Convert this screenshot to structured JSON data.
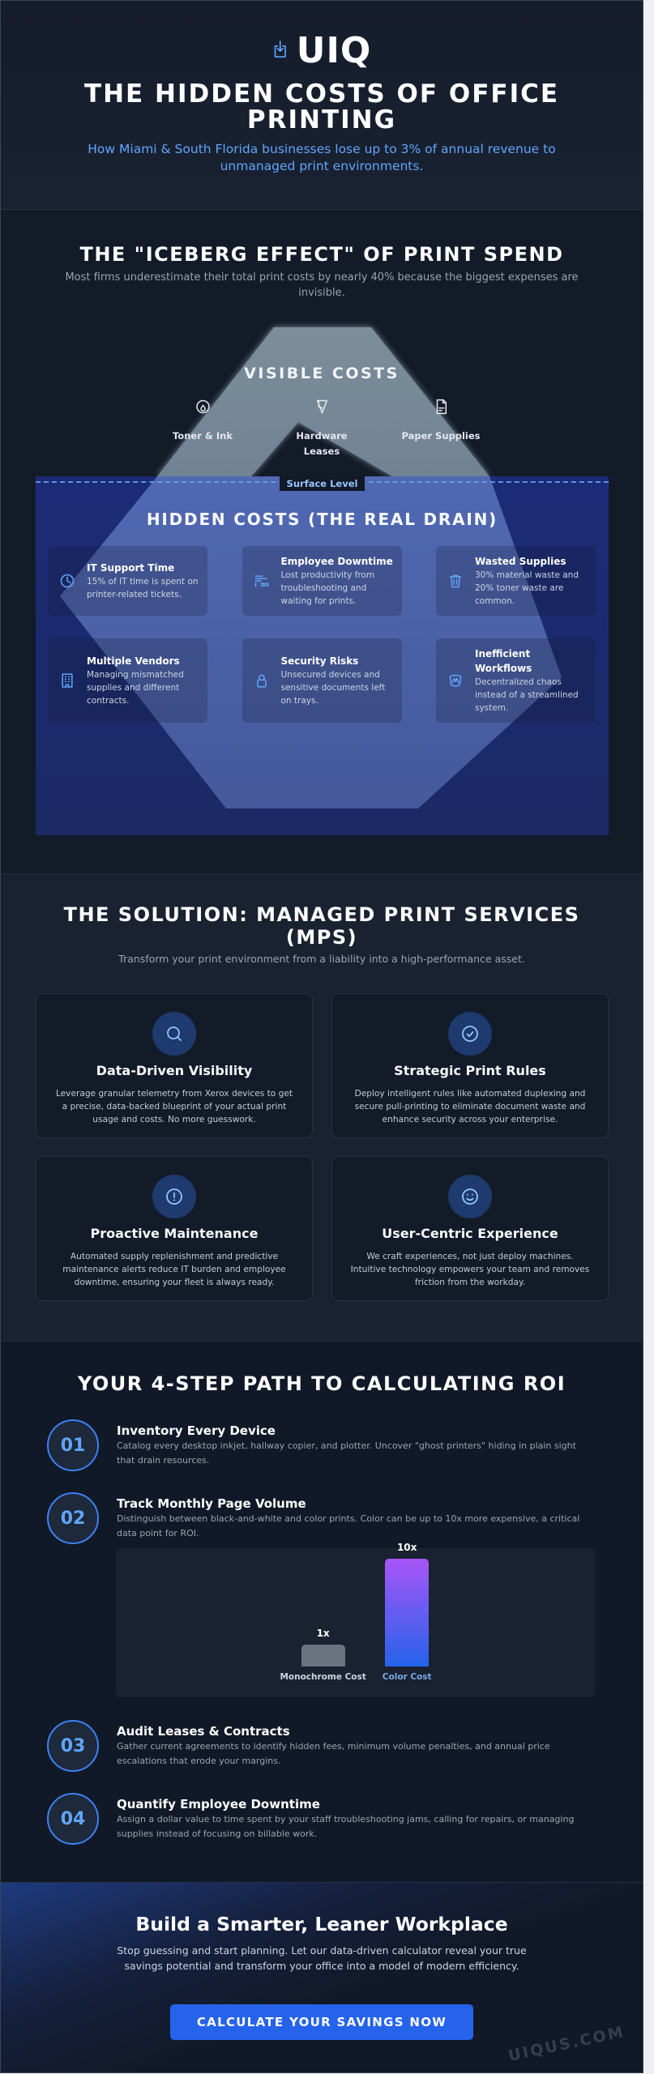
{
  "brand": {
    "name": "UIQ",
    "logo_icon": "download-tray-icon"
  },
  "hero": {
    "title": "THE HIDDEN COSTS OF OFFICE PRINTING",
    "subtitle": "How Miami & South Florida businesses lose up to 3% of annual revenue to unmanaged print environments."
  },
  "iceberg": {
    "title": "THE \"ICEBERG EFFECT\" OF PRINT SPEND",
    "subtitle": "Most firms underestimate their total print costs by nearly 40% because the biggest expenses are invisible.",
    "visible": {
      "heading": "VISIBLE COSTS",
      "items": [
        {
          "label": "Toner & Ink",
          "icon": "toner-drop-icon"
        },
        {
          "label": "Hardware Leases",
          "icon": "hardware-funnel-icon"
        },
        {
          "label": "Paper Supplies",
          "icon": "paper-document-icon"
        }
      ]
    },
    "surface_label": "Surface Level",
    "hidden": {
      "heading": "HIDDEN COSTS (THE REAL DRAIN)",
      "items": [
        {
          "title": "IT Support Time",
          "desc": "15% of IT time is spent on printer-related tickets.",
          "icon": "clock-icon"
        },
        {
          "title": "Employee Downtime",
          "desc": "Lost productivity from troubleshooting and waiting for prints.",
          "icon": "money-icon"
        },
        {
          "title": "Wasted Supplies",
          "desc": "30% material waste and 20% toner waste are common.",
          "icon": "trash-icon"
        },
        {
          "title": "Multiple Vendors",
          "desc": "Managing mismatched supplies and different contracts.",
          "icon": "building-icon"
        },
        {
          "title": "Security Risks",
          "desc": "Unsecured devices and sensitive documents left on trays.",
          "icon": "lock-icon"
        },
        {
          "title": "Inefficient Workflows",
          "desc": "Decentralized chaos instead of a streamlined system.",
          "icon": "workflow-icon"
        }
      ]
    }
  },
  "solution": {
    "title": "THE SOLUTION: MANAGED PRINT SERVICES (MPS)",
    "subtitle": "Transform your print environment from a liability into a high-performance asset.",
    "cards": [
      {
        "title": "Data-Driven Visibility",
        "desc": "Leverage granular telemetry from Xerox devices to get a precise, data-backed blueprint of your actual print usage and costs. No more guesswork.",
        "icon": "search-icon"
      },
      {
        "title": "Strategic Print Rules",
        "desc": "Deploy intelligent rules like automated duplexing and secure pull-printing to eliminate document waste and enhance security across your enterprise.",
        "icon": "check-circle-icon"
      },
      {
        "title": "Proactive Maintenance",
        "desc": "Automated supply replenishment and predictive maintenance alerts reduce IT burden and employee downtime, ensuring your fleet is always ready.",
        "icon": "alert-circle-icon"
      },
      {
        "title": "User-Centric Experience",
        "desc": "We craft experiences, not just deploy machines. Intuitive technology empowers your team and removes friction from the workday.",
        "icon": "smile-icon"
      }
    ]
  },
  "roi": {
    "title": "YOUR 4-STEP PATH TO CALCULATING ROI",
    "steps": [
      {
        "number": "01",
        "title": "Inventory Every Device",
        "desc": "Catalog every desktop inkjet, hallway copier, and plotter. Uncover \"ghost printers\" hiding in plain sight that drain resources."
      },
      {
        "number": "02",
        "title": "Track Monthly Page Volume",
        "desc": "Distinguish between black-and-white and color prints. Color can be up to 10x more expensive, a critical data point for ROI."
      },
      {
        "number": "03",
        "title": "Audit Leases & Contracts",
        "desc": "Gather current agreements to identify hidden fees, minimum volume penalties, and annual price escalations that erode your margins."
      },
      {
        "number": "04",
        "title": "Quantify Employee Downtime",
        "desc": "Assign a dollar value to time spent by your staff troubleshooting jams, calling for repairs, or managing supplies instead of focusing on billable work."
      }
    ]
  },
  "cta": {
    "title": "Build a Smarter, Leaner Workplace",
    "desc": "Stop guessing and start planning. Let our data-driven calculator reveal your true savings potential and transform your office into a model of modern efficiency.",
    "button_label": "CALCULATE YOUR SAVINGS NOW"
  },
  "watermark": "UIQUS.COM",
  "colors": {
    "accent": "#60a5fa",
    "primary_button": "#2563eb",
    "background": "#111827",
    "iceberg_top": "#7b8d9b",
    "iceberg_under": "#4d65ad",
    "underwater_panel": "#1b2b78",
    "mono_bar": "#6b7280",
    "color_bar_top": "#a855f7",
    "color_bar_bottom": "#2563eb"
  },
  "chart_data": {
    "type": "bar",
    "title": "",
    "categories": [
      "Monochrome Cost",
      "Color Cost"
    ],
    "values": [
      1,
      10
    ],
    "value_labels": [
      "1x",
      "10x"
    ],
    "xlabel": "",
    "ylabel": "",
    "legend": "none",
    "grid": false
  }
}
